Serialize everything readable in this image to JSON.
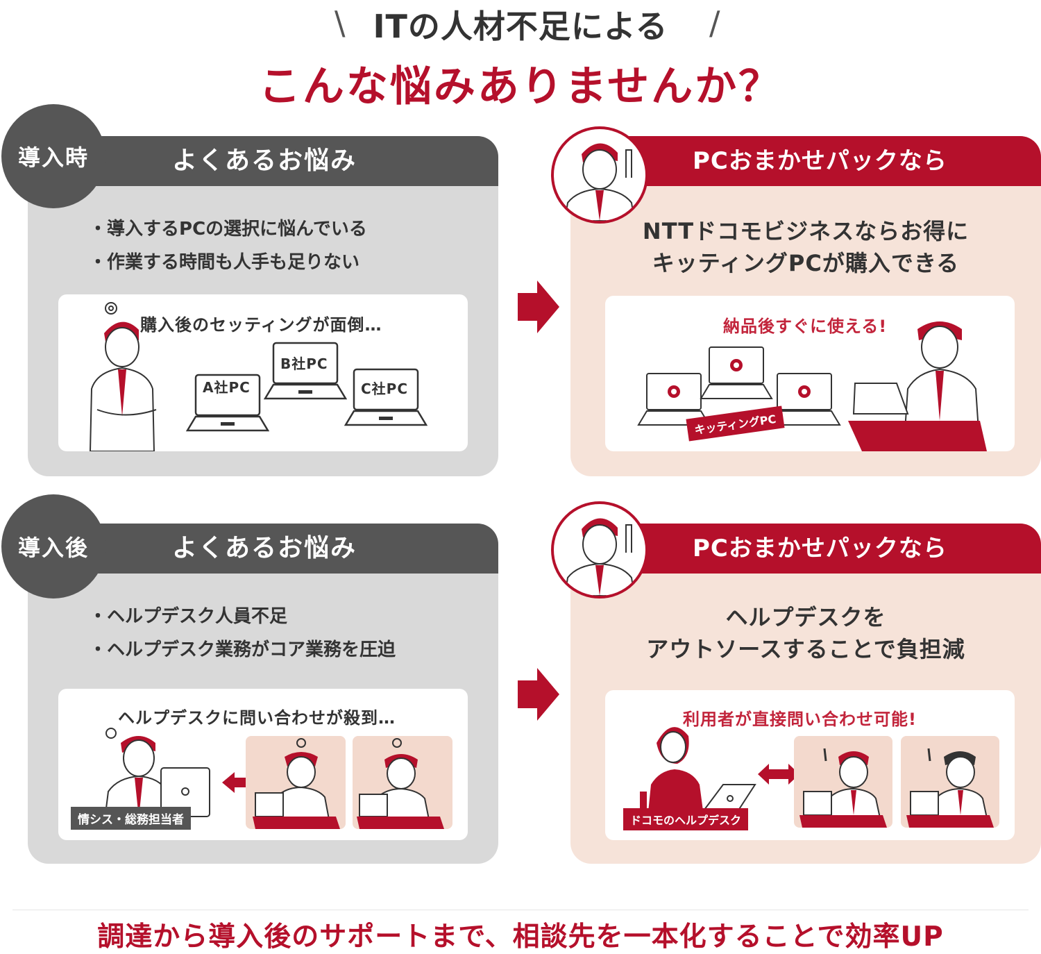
{
  "header": {
    "subtitle": "ITの人材不足による",
    "title": "こんな悩みありませんか？",
    "slash_left": "\\",
    "slash_right": "/"
  },
  "sections": [
    {
      "tag": "導入時",
      "problem_heading": "よくあるお悩み",
      "bullets": [
        "導入するPCの選択に悩んでいる",
        "作業する時間も人手も足りない"
      ],
      "problem_caption": "購入後のセッティングが面倒…",
      "laptops": [
        "A社PC",
        "B社PC",
        "C社PC"
      ],
      "solution_heading": "PCおまかせパックなら",
      "solution_lines": [
        "NTTドコモビジネスならお得に",
        "キッティングPCが購入できる"
      ],
      "solution_caption": "納品後すぐに使える!",
      "solution_label": "キッティングPC"
    },
    {
      "tag": "導入後",
      "problem_heading": "よくあるお悩み",
      "bullets": [
        "ヘルプデスク人員不足",
        "ヘルプデスク業務がコア業務を圧迫"
      ],
      "problem_caption": "ヘルプデスクに問い合わせが殺到…",
      "problem_label": "情シス・総務担当者",
      "solution_heading": "PCおまかせパックなら",
      "solution_lines": [
        "ヘルプデスクを",
        "アウトソースすることで負担減"
      ],
      "solution_caption": "利用者が直接問い合わせ可能!",
      "solution_label": "ドコモのヘルプデスク"
    }
  ],
  "footer": "調達から導入後のサポートまで、相談先を一本化することで効率UP",
  "colors": {
    "brand_red": "#b5102b",
    "dark_gray": "#565656",
    "panel_gray": "#d9d9d9",
    "panel_peach": "#f6e3d9"
  }
}
